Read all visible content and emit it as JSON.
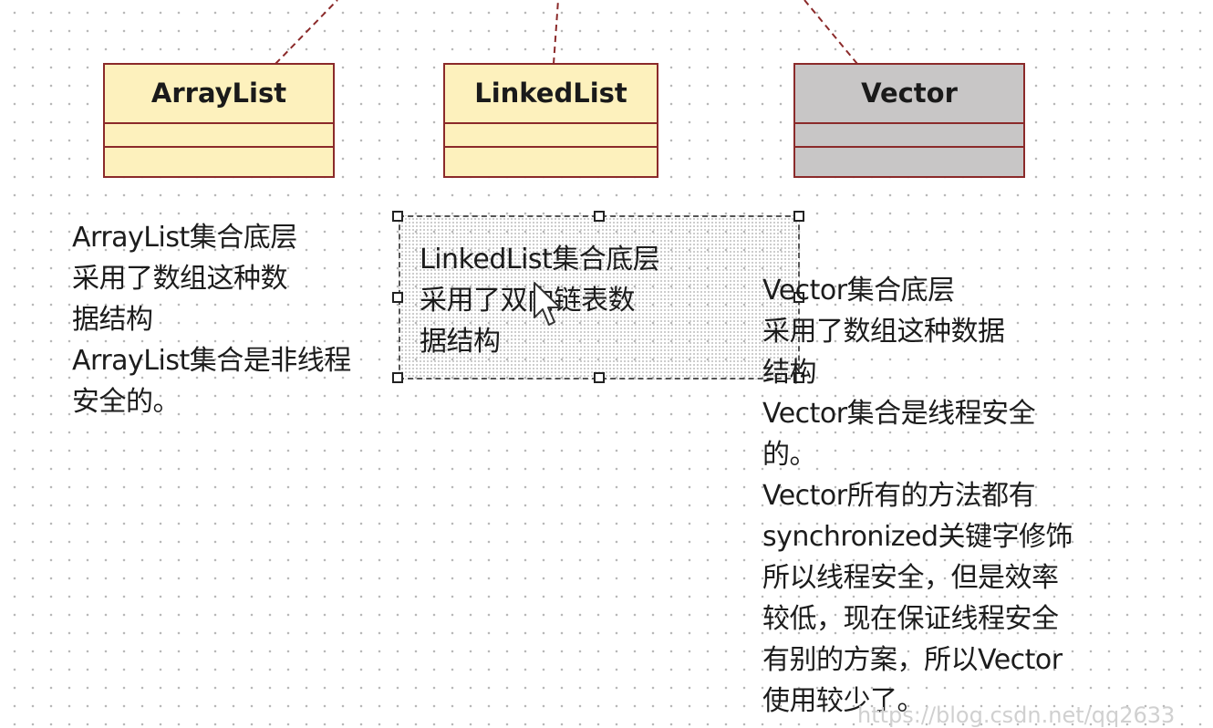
{
  "classes": {
    "arraylist": {
      "name": "ArrayList"
    },
    "linkedlist": {
      "name": "LinkedList"
    },
    "vector": {
      "name": "Vector"
    }
  },
  "notes": {
    "arraylist": "ArrayList集合底层\n采用了数组这种数\n据结构\nArrayList集合是非线程\n安全的。",
    "linkedlist": "LinkedList集合底层\n采用了双向链表数\n据结构",
    "vector": "Vector集合底层\n采用了数组这种数据\n结构\nVector集合是线程安全\n的。\nVector所有的方法都有\nsynchronized关键字修饰\n所以线程安全，但是效率\n较低，现在保证线程安全\n有别的方案，所以Vector\n使用较少了。"
  },
  "watermark": "https://blog.csdn.net/qq2633",
  "colors": {
    "class_fill": "#fdf1bd",
    "class_fill_selected": "#c8c6c6",
    "class_border": "#8b2a2a"
  }
}
